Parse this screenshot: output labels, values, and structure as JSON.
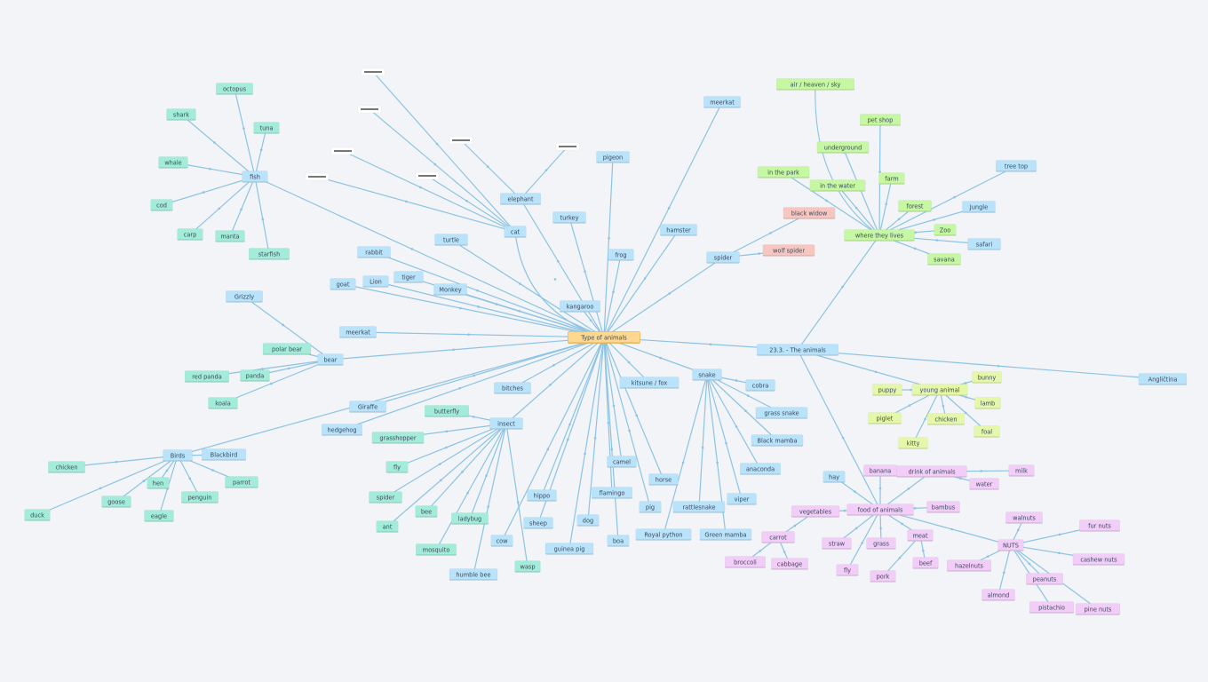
{
  "colors": {
    "background": "#f2f4f7",
    "line": "#8cc3e4",
    "root": "#ffd890",
    "blue": "#b9e2fb",
    "teal": "#a3ecd9",
    "green": "#c6f7a2",
    "lime": "#e5f7a8",
    "pink": "#f1cdf8",
    "red": "#f8c6c0",
    "white": "#ffffff"
  },
  "map": {
    "root": "Type of animals",
    "topic": "23.3. - The animals",
    "language": "Angličtina",
    "fish": {
      "label": "fish",
      "items": [
        "octopus",
        "shark",
        "tuna",
        "whale",
        "cod",
        "carp",
        "manta",
        "starfish"
      ]
    },
    "cat": {
      "label": "cat",
      "items": [
        "",
        "",
        "",
        "",
        ""
      ]
    },
    "elephant": {
      "label": "elephant",
      "items": [
        "",
        ""
      ]
    },
    "animals": [
      "meerkat",
      "pigeon",
      "turkey",
      "hamster",
      "frog",
      "turtle",
      "rabbit",
      "tiger",
      "Lion",
      "goat",
      "Monkey",
      "kangaroo",
      "meerkat",
      "bitches",
      "Giraffe",
      "hedgehog",
      "kitsune / fox",
      "camel",
      "flamingo",
      "horse",
      "pig",
      "dog",
      "hippo",
      "sheep",
      "guinea pig",
      "cow",
      "boa"
    ],
    "spider": {
      "label": "spider",
      "items": [
        "black widow",
        "wolf spider"
      ]
    },
    "bear": {
      "label": "bear",
      "items": [
        "Grizzly",
        "polar bear",
        "panda",
        "red panda",
        "koala"
      ]
    },
    "birds": {
      "label": "Birds",
      "items": [
        "Blackbird",
        "chicken",
        "duck",
        "hen",
        "parrot",
        "goose",
        "penguin",
        "eagle"
      ]
    },
    "insect": {
      "label": "insect",
      "items": [
        "butterfly",
        "grasshopper",
        "fly",
        "spider",
        "bee",
        "ant",
        "ladybug",
        "mosquito",
        "humble bee",
        "wasp"
      ]
    },
    "snake": {
      "label": "snake",
      "items": [
        "cobra",
        "grass snake",
        "Black mamba",
        "anaconda",
        "viper",
        "Green mamba",
        "rattlesnake",
        "Royal python"
      ]
    },
    "where": {
      "label": "where they lives",
      "items": [
        "air / heaven / sky",
        "pet shop",
        "underground",
        "farm",
        "in the park",
        "in the water",
        "forest",
        "tree top",
        "Jungle",
        "Zoo",
        "safari",
        "savana"
      ]
    },
    "young": {
      "label": "young animal",
      "items": [
        "bunny",
        "puppy",
        "lamb",
        "piglet",
        "chicken",
        "foal",
        "kitty"
      ]
    },
    "food": {
      "label": "food of animals",
      "items": [
        "hay",
        "banana",
        "bambus",
        "vegetables",
        "carrot",
        "broccoli",
        "cabbage",
        "straw",
        "grass",
        "meat",
        "beef",
        "pork",
        "fly"
      ]
    },
    "drink": {
      "label": "drink of animals",
      "items": [
        "milk",
        "water"
      ]
    },
    "nuts": {
      "label": "NUTS",
      "items": [
        "walnuts",
        "fur nuts",
        "hazelnuts",
        "cashew nuts",
        "peanuts",
        "almond",
        "pistachio",
        "pine nuts"
      ]
    }
  }
}
